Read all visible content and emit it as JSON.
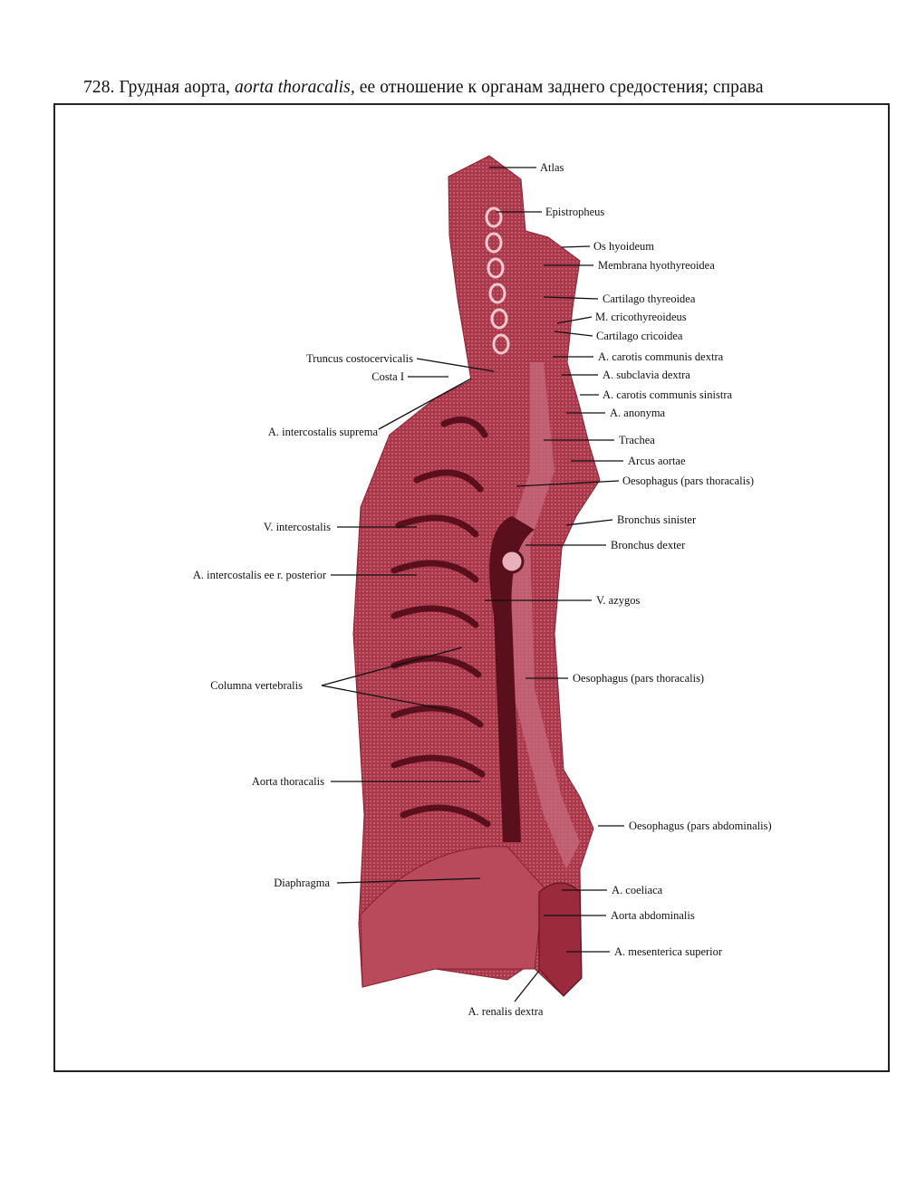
{
  "caption": {
    "number": "728.",
    "text_before": "Грудная аорта,",
    "latin": "aorta thoracalis,",
    "text_after": "ее отношение к органам заднего средостения; справа"
  },
  "labels": {
    "atlas": "Atlas",
    "epistropheus": "Epistropheus",
    "os_hyoideum": "Os hyoideum",
    "membrana_hyothyreoidea": "Membrana hyothyreoidea",
    "cartilago_thyreoidea": "Cartilago thyreoidea",
    "m_cricothyreoideus": "M. cricothyreoideus",
    "cartilago_cricoidea": "Cartilago cricoidea",
    "a_carotis_communis_dextra": "A. carotis communis dextra",
    "a_subclavia_dextra": "A. subclavia dextra",
    "a_carotis_communis_sinistra": "A. carotis communis sinistra",
    "a_anonyma": "A. anonyma",
    "trachea": "Trachea",
    "arcus_aortae": "Arcus aortae",
    "oesophagus_thoracalis_1": "Oesophagus (pars thoracalis)",
    "bronchus_sinister": "Bronchus sinister",
    "bronchus_dexter": "Bronchus dexter",
    "v_azygos": "V. azygos",
    "oesophagus_thoracalis_2": "Oesophagus (pars thoracalis)",
    "oesophagus_abdominalis": "Oesophagus (pars abdominalis)",
    "a_coeliaca": "A. coeliaca",
    "aorta_abdominalis": "Aorta abdominalis",
    "a_mesenterica_superior": "A. mesenterica superior",
    "a_renalis_dextra": "A. renalis dextra",
    "truncus_costocervicalis": "Truncus costocervicalis",
    "costa_1": "Costa I",
    "a_intercostalis_suprema": "A. intercostalis suprema",
    "v_intercostalis": "V. intercostalis",
    "a_intercostalis_r_posterior": "A. intercostalis ee r. posterior",
    "columna_vertebralis": "Columna vertebralis",
    "aorta_thoracalis": "Aorta thoracalis",
    "diaphragma": "Diaphragma"
  },
  "colors": {
    "tissue": "#a8384a",
    "dark": "#5a0f1c",
    "light": "#d88a98"
  }
}
